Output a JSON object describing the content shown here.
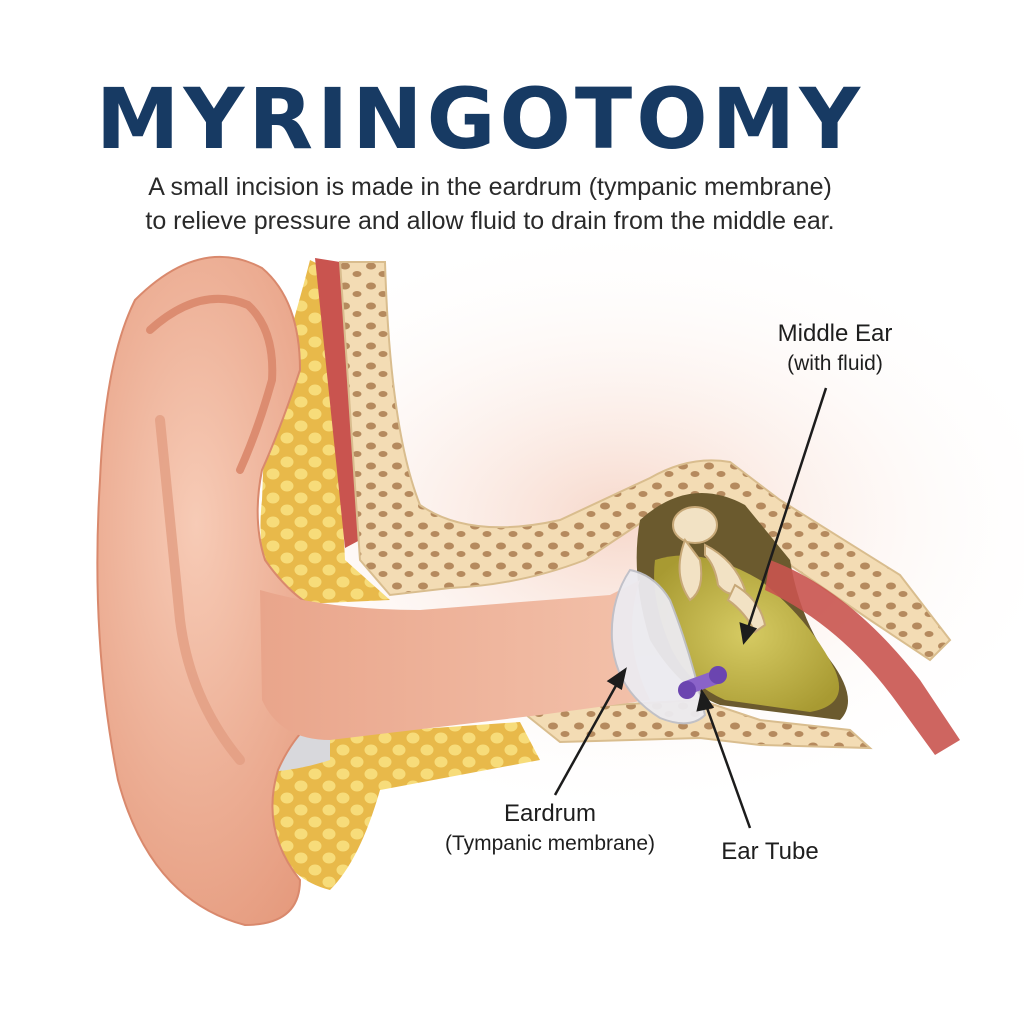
{
  "title": "MYRINGOTOMY",
  "subtitle": {
    "line1": "A small incision is made in the eardrum (tympanic membrane)",
    "line2": "to relieve pressure and allow fluid to drain from the middle ear."
  },
  "labels": {
    "middle_ear": {
      "main": "Middle Ear",
      "sub": "(with fluid)"
    },
    "eardrum": {
      "main": "Eardrum",
      "sub": "(Tympanic membrane)"
    },
    "ear_tube": {
      "main": "Ear Tube"
    }
  },
  "colors": {
    "title": "#173a63",
    "skin": "#f0b49a",
    "bone": "#f3dcb4",
    "fat": "#f3d36a",
    "muscle": "#c9544f",
    "fluid": "#c7b84a",
    "tube": "#8a63c9"
  }
}
